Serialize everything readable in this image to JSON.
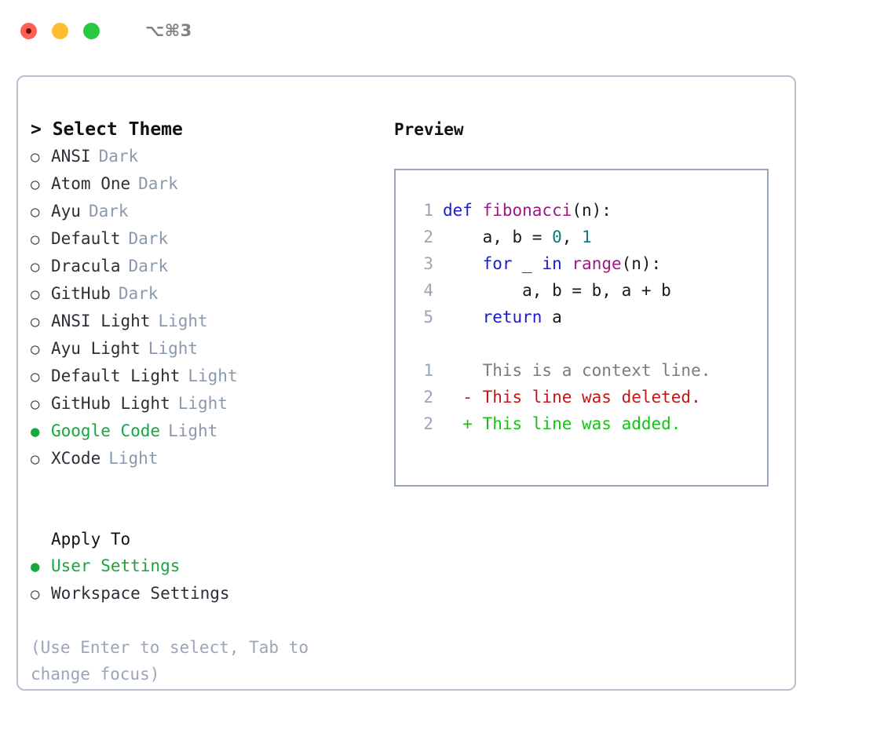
{
  "titlebar": {
    "shortcut": "⌥⌘3",
    "lights": [
      {
        "name": "close",
        "color": "#ff5f57"
      },
      {
        "name": "minimize",
        "color": "#febc2e"
      },
      {
        "name": "zoom",
        "color": "#28c840"
      }
    ]
  },
  "theme_list": {
    "header": "> Select Theme",
    "items": [
      {
        "bullet": "○",
        "label": "ANSI",
        "tag": "Dark",
        "selected": false
      },
      {
        "bullet": "○",
        "label": "Atom One",
        "tag": "Dark",
        "selected": false
      },
      {
        "bullet": "○",
        "label": "Ayu",
        "tag": "Dark",
        "selected": false
      },
      {
        "bullet": "○",
        "label": "Default",
        "tag": "Dark",
        "selected": false
      },
      {
        "bullet": "○",
        "label": "Dracula",
        "tag": "Dark",
        "selected": false
      },
      {
        "bullet": "○",
        "label": "GitHub",
        "tag": "Dark",
        "selected": false
      },
      {
        "bullet": "○",
        "label": "ANSI Light",
        "tag": "Light",
        "selected": false
      },
      {
        "bullet": "○",
        "label": "Ayu Light",
        "tag": "Light",
        "selected": false
      },
      {
        "bullet": "○",
        "label": "Default Light",
        "tag": "Light",
        "selected": false
      },
      {
        "bullet": "○",
        "label": "GitHub Light",
        "tag": "Light",
        "selected": false
      },
      {
        "bullet": "●",
        "label": "Google Code",
        "tag": "Light",
        "selected": true
      },
      {
        "bullet": "○",
        "label": "XCode",
        "tag": "Light",
        "selected": false
      }
    ]
  },
  "apply_to": {
    "header": "Apply To",
    "items": [
      {
        "bullet": "●",
        "label": "User Settings",
        "selected": true
      },
      {
        "bullet": "○",
        "label": "Workspace Settings",
        "selected": false
      }
    ]
  },
  "hint": "(Use Enter to select, Tab to change focus)",
  "preview": {
    "title": "Preview",
    "code_lines": [
      {
        "num": "1",
        "tokens": [
          {
            "t": "def ",
            "c": "kw"
          },
          {
            "t": "fibonacci",
            "c": "fn"
          },
          {
            "t": "(n):",
            "c": "pl"
          }
        ]
      },
      {
        "num": "2",
        "tokens": [
          {
            "t": "    a, b = ",
            "c": "pl"
          },
          {
            "t": "0",
            "c": "num"
          },
          {
            "t": ", ",
            "c": "pl"
          },
          {
            "t": "1",
            "c": "num"
          }
        ]
      },
      {
        "num": "3",
        "tokens": [
          {
            "t": "    ",
            "c": "pl"
          },
          {
            "t": "for",
            "c": "kw"
          },
          {
            "t": " _ ",
            "c": "pl"
          },
          {
            "t": "in",
            "c": "kw"
          },
          {
            "t": " ",
            "c": "pl"
          },
          {
            "t": "range",
            "c": "fn"
          },
          {
            "t": "(n):",
            "c": "pl"
          }
        ]
      },
      {
        "num": "4",
        "tokens": [
          {
            "t": "        a, b = b, a + b",
            "c": "pl"
          }
        ]
      },
      {
        "num": "5",
        "tokens": [
          {
            "t": "    ",
            "c": "pl"
          },
          {
            "t": "return",
            "c": "kw"
          },
          {
            "t": " a",
            "c": "pl"
          }
        ]
      }
    ],
    "diff_lines": [
      {
        "num": "1",
        "marker": "  ",
        "text": "This is a context line.",
        "kind": "ctx"
      },
      {
        "num": "2",
        "marker": "- ",
        "text": "This line was deleted.",
        "kind": "del"
      },
      {
        "num": "2",
        "marker": "+ ",
        "text": "This line was added.",
        "kind": "add"
      }
    ]
  },
  "colors": {
    "accent_green": "#15a83c",
    "muted": "#8b99ae",
    "keyword": "#1c1ccc",
    "function": "#9c1a82",
    "number": "#0b7a78",
    "diff_delete": "#c01818",
    "diff_add": "#17c117",
    "panel_border": "#97a5ba",
    "dialog_border": "#b6c0cf"
  }
}
